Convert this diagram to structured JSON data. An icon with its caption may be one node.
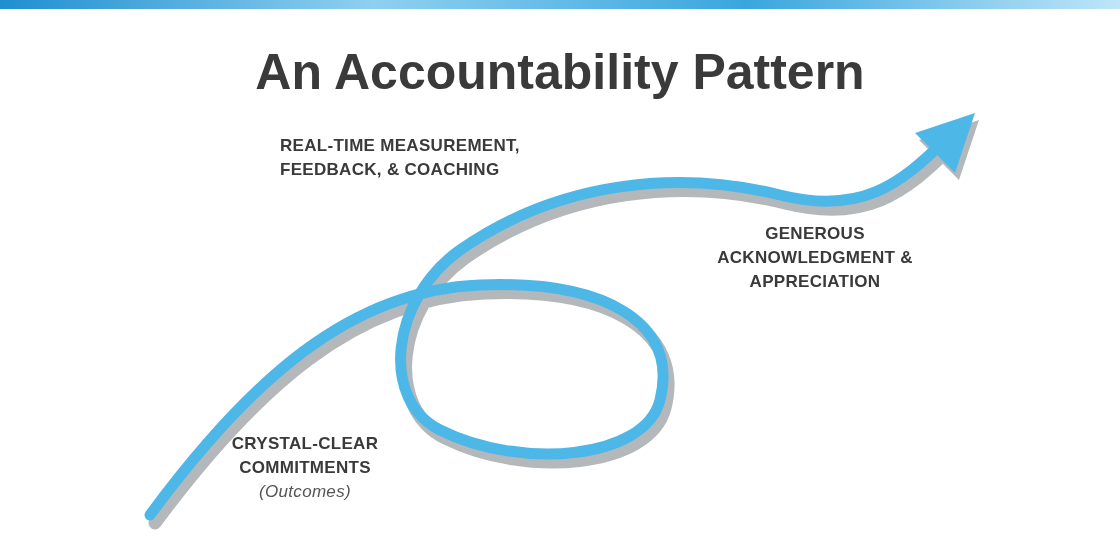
{
  "diagram": {
    "title": "An Accountability Pattern",
    "labels": [
      "REAL-TIME MEASUREMENT, FEEDBACK, & COACHING",
      "GENEROUS ACKNOWLEDGMENT & APPRECIATION",
      "CRYSTAL-CLEAR COMMITMENTS",
      "(Outcomes)"
    ]
  }
}
